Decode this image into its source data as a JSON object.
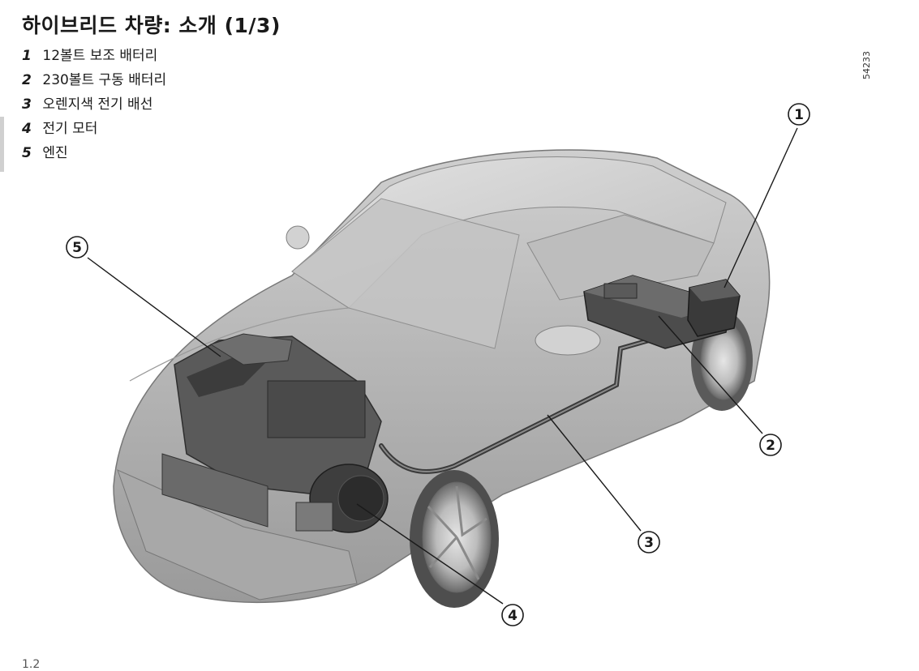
{
  "page": {
    "title": "하이브리드 차량: 소개 (1/3)",
    "reference_code": "54233",
    "page_number": "1.2"
  },
  "legend": [
    {
      "num": "1",
      "label": "12볼트 보조 배터리"
    },
    {
      "num": "2",
      "label": "230볼트 구동 배터리"
    },
    {
      "num": "3",
      "label": "오렌지색 전기 배선"
    },
    {
      "num": "4",
      "label": "전기 모터"
    },
    {
      "num": "5",
      "label": "엔진"
    }
  ],
  "callouts": {
    "c1": "1",
    "c2": "2",
    "c3": "3",
    "c4": "4",
    "c5": "5"
  },
  "colors": {
    "body_dark": "#8e8e8e",
    "body_mid": "#b5b5b5",
    "body_light": "#d6d6d6",
    "component": "#4a4a4a"
  }
}
